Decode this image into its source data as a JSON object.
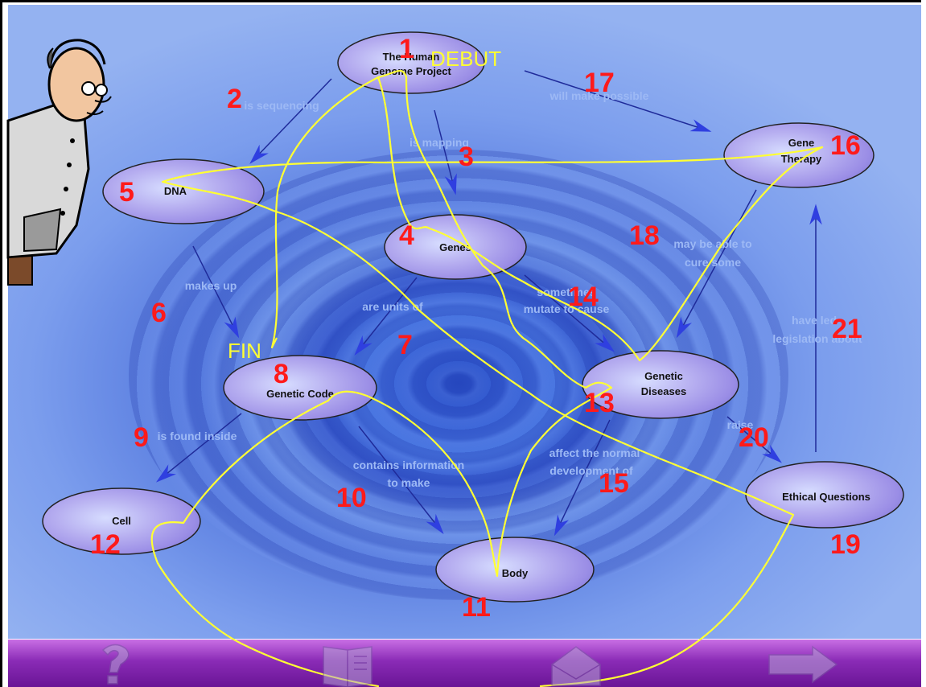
{
  "nodes": {
    "hgp": {
      "line1": "The Human",
      "line2": "Genome Project"
    },
    "dna": {
      "label": "DNA"
    },
    "genes": {
      "label": "Genes"
    },
    "gene_therapy": {
      "line1": "Gene",
      "line2": "Therapy"
    },
    "genetic_code": {
      "label": "Genetic Code"
    },
    "genetic_diseases": {
      "line1": "Genetic",
      "line2": "Diseases"
    },
    "cell": {
      "label": "Cell"
    },
    "body": {
      "label": "Body"
    },
    "ethical_questions": {
      "label": "Ethical Questions"
    }
  },
  "links": {
    "is_sequencing": "is sequencing",
    "is_mapping": "is mapping",
    "will_make_possible": "will make possible",
    "makes_up": "makes up",
    "are_units_of": "are units of",
    "sometimes_1": "sometimes",
    "sometimes_2": "mutate to cause",
    "may_be_able_1": "may be able to",
    "may_be_able_2": "cure some",
    "is_found_inside": "is found inside",
    "contains_1": "contains information",
    "contains_2": "to make",
    "affect_1": "affect the normal",
    "affect_2": "development of",
    "have_led_1": "have led",
    "have_led_2": "legislation about",
    "raise": "raise"
  },
  "annotations": {
    "debut": "DEBUT",
    "fin": "FIN",
    "numbers": [
      "1",
      "2",
      "3",
      "4",
      "5",
      "6",
      "7",
      "8",
      "9",
      "10",
      "11",
      "12",
      "13",
      "14",
      "15",
      "16",
      "17",
      "18",
      "19",
      "20",
      "21"
    ]
  },
  "toolbar": {
    "help_icon": "question-mark-icon",
    "book_icon": "book-icon",
    "mail_icon": "envelope-icon",
    "exit_icon": "arrow-right-icon"
  },
  "colors": {
    "background": "#4a6fe0",
    "node_fill": "#b8aef0",
    "link_text": "#9db9f5",
    "numbers": "#ff1a1a",
    "path": "#ffff33",
    "toolbar": "#8a2bb6"
  }
}
